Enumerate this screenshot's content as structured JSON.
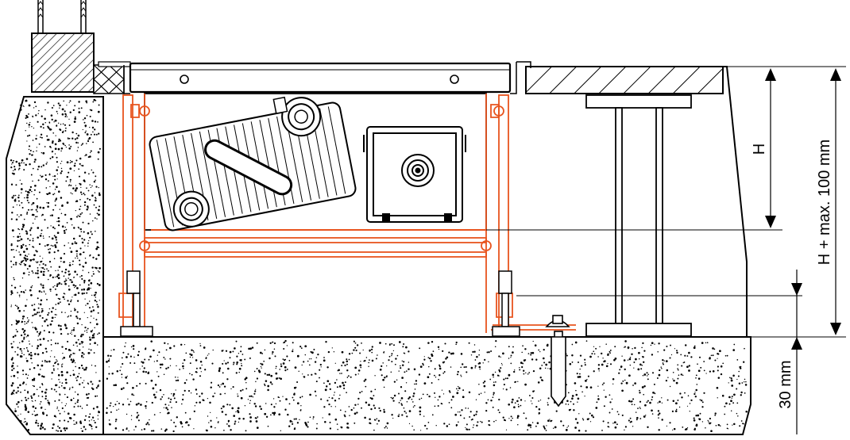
{
  "dimensions": {
    "h_label": "H",
    "total_label": "H + max. 100 mm",
    "screed_label": "30 mm"
  },
  "colors": {
    "line": "#000000",
    "frame": "#e8541e",
    "concrete": "#ffffff",
    "speckle": "#000000"
  },
  "icons": {
    "grille": "linear-grille",
    "heat_exchanger": "finned-heat-exchanger",
    "fan": "tangential-fan-box",
    "anchor": "wall-anchor-screw"
  }
}
